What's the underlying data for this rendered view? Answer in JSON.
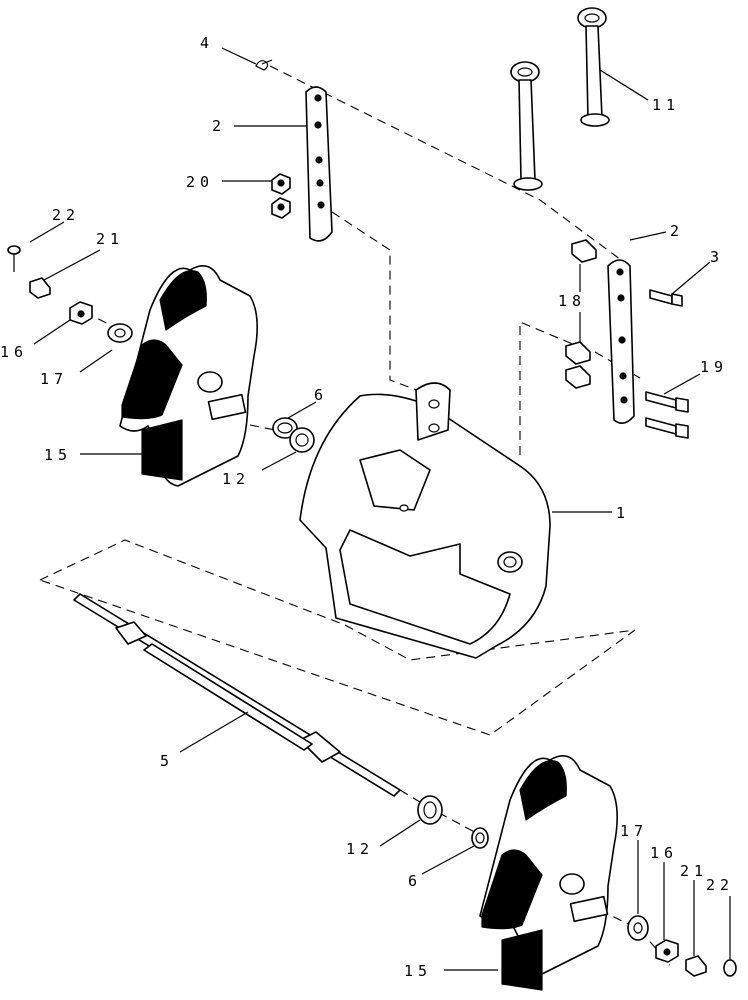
{
  "callouts": {
    "c1": "1",
    "c2a": "2",
    "c2b": "2",
    "c3": "3",
    "c4": "4",
    "c5": "5",
    "c6a": "6",
    "c6b": "6",
    "c11": "11",
    "c12a": "12",
    "c12b": "12",
    "c15a": "15",
    "c15b": "15",
    "c16a": "16",
    "c16b": "16",
    "c17a": "17",
    "c17b": "17",
    "c18": "18",
    "c19": "19",
    "c20": "20",
    "c21a": "21",
    "c21b": "21",
    "c22a": "22",
    "c22b": "22"
  }
}
